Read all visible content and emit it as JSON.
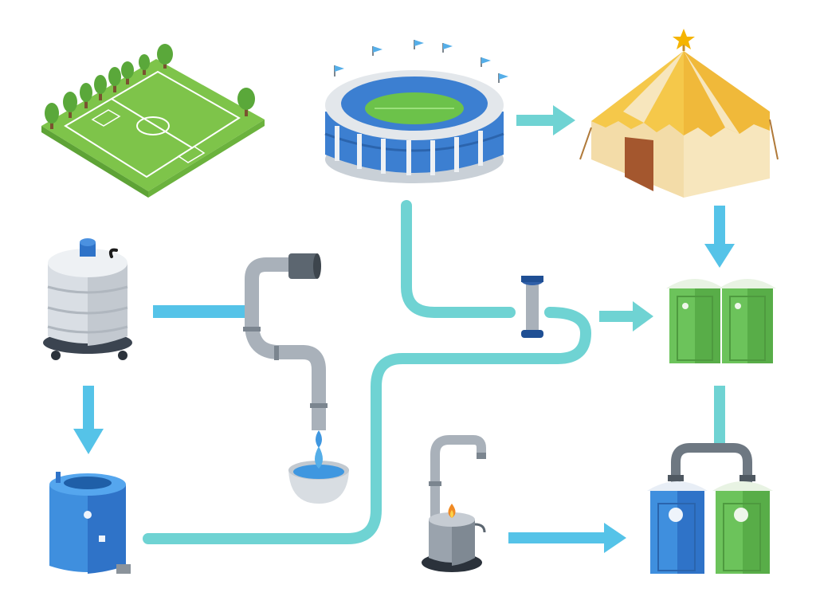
{
  "diagram": {
    "type": "water-supply-flow-illustration",
    "text_labels": [],
    "nodes": [
      {
        "id": "soccer-field",
        "icon": "soccer-field-icon"
      },
      {
        "id": "stadium",
        "icon": "stadium-icon"
      },
      {
        "id": "event-tent",
        "icon": "circus-tent-icon"
      },
      {
        "id": "water-tank",
        "icon": "water-tank-icon"
      },
      {
        "id": "pipe-with-faucet",
        "icon": "pipe-faucet-icon"
      },
      {
        "id": "water-bowl",
        "icon": "water-bowl-icon"
      },
      {
        "id": "blue-barrel",
        "icon": "blue-barrel-icon"
      },
      {
        "id": "valve-pipe",
        "icon": "valve-pipe-icon"
      },
      {
        "id": "water-heater",
        "icon": "water-heater-icon"
      },
      {
        "id": "green-toilets",
        "icon": "portable-toilet-pair-icon"
      },
      {
        "id": "blue-green-toilets",
        "icon": "portable-toilet-pair-icon"
      }
    ],
    "edges": [
      {
        "from": "stadium",
        "to": "event-tent",
        "style": "arrow"
      },
      {
        "from": "event-tent",
        "to": "green-toilets",
        "style": "arrow"
      },
      {
        "from": "water-tank",
        "to": "blue-barrel",
        "style": "arrow"
      },
      {
        "from": "water-tank",
        "to": "pipe-with-faucet",
        "style": "line"
      },
      {
        "from": "stadium",
        "to": "valve-pipe",
        "style": "pipe"
      },
      {
        "from": "valve-pipe",
        "to": "green-toilets",
        "style": "arrow"
      },
      {
        "from": "blue-barrel",
        "to": "valve-pipe",
        "style": "pipe"
      },
      {
        "from": "water-heater",
        "to": "blue-green-toilets",
        "style": "arrow"
      },
      {
        "from": "green-toilets",
        "to": "blue-green-toilets",
        "style": "pipe"
      }
    ],
    "colors": {
      "pipe": "#6fd3d3",
      "arrow": "#55c3e8",
      "grass": "#8fd14f",
      "stadium_blue": "#3c7fd1",
      "tent_yellow": "#f5c84a",
      "toilet_green": "#6cc35b",
      "toilet_blue": "#3f8fde",
      "metal": "#a9b1ba"
    }
  }
}
